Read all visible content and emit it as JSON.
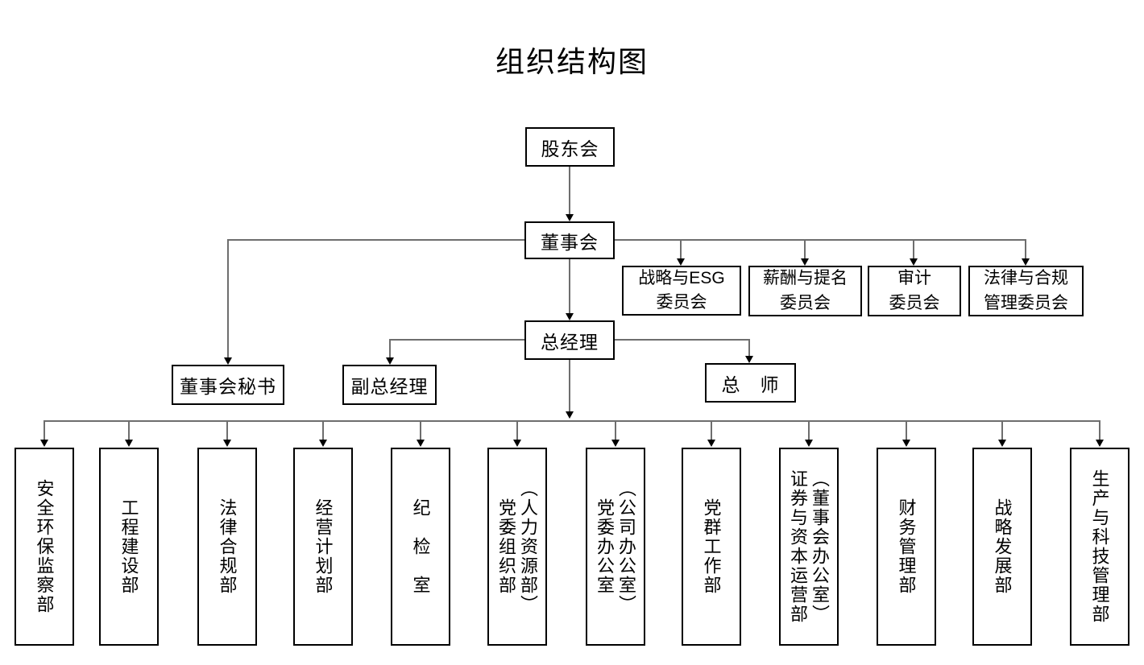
{
  "title": "组织结构图",
  "nodes": {
    "shareholders": "股东会",
    "board": "董事会",
    "general_manager": "总经理",
    "board_secretary": "董事会秘书",
    "deputy_general_manager": "副总经理",
    "chief_engineer": "总　师"
  },
  "committees": [
    {
      "label": "战略与ESG\n委员会"
    },
    {
      "label": "薪酬与提名\n委员会"
    },
    {
      "label": "审计\n委员会"
    },
    {
      "label": "法律与合规\n管理委员会"
    }
  ],
  "departments": [
    {
      "label": "安全环保监察部"
    },
    {
      "label": "工程建设部"
    },
    {
      "label": "法律合规部"
    },
    {
      "label": "经营计划部"
    },
    {
      "label": "纪　检　室"
    },
    {
      "label": "党委组织部\n（人力资源部）"
    },
    {
      "label": "党委办公室\n（公司办公室）"
    },
    {
      "label": "党群工作部"
    },
    {
      "label": "证券与资本运营部\n（董事会办公室）"
    },
    {
      "label": "财务管理部"
    },
    {
      "label": "战略发展部"
    },
    {
      "label": "生产与科技管理部"
    }
  ]
}
